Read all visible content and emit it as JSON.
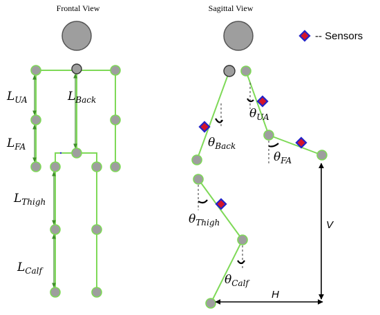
{
  "titles": {
    "frontal": "Frontal View",
    "sagittal": "Sagittal View"
  },
  "legend": {
    "label": "-- Sensors",
    "sensor_fill": "#d3142a",
    "sensor_border": "#2323c8"
  },
  "labels": {
    "L_UA": {
      "main": "L",
      "sub": "UA"
    },
    "L_FA": {
      "main": "L",
      "sub": "FA"
    },
    "L_Back": {
      "main": "L",
      "sub": "Back"
    },
    "L_Thigh": {
      "main": "L",
      "sub": "Thigh"
    },
    "L_Calf": {
      "main": "L",
      "sub": "Calf"
    }
  },
  "angles": {
    "theta_Back": {
      "main": "θ",
      "sub": "Back"
    },
    "theta_UA": {
      "main": "θ",
      "sub": "UA"
    },
    "theta_FA": {
      "main": "θ",
      "sub": "FA"
    },
    "theta_Thigh": {
      "main": "θ",
      "sub": "Thigh"
    },
    "theta_Calf": {
      "main": "θ",
      "sub": "Calf"
    }
  },
  "distances": {
    "V": "V",
    "H": "H"
  },
  "colors": {
    "limb": "#7ed957",
    "joint_fill": "#9e9e9e",
    "measurement_arrow": "#3f8f2a"
  }
}
